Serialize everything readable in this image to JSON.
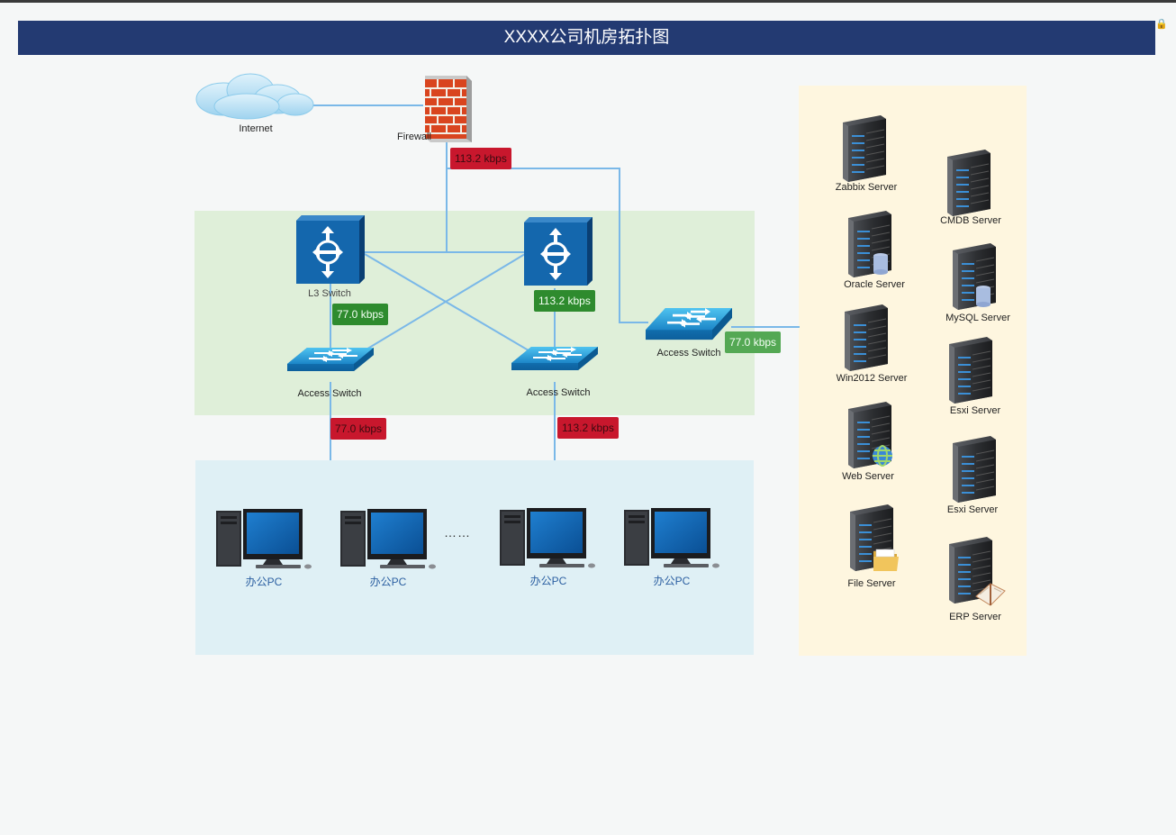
{
  "title": "XXXX公司机房拓扑图",
  "colors": {
    "title_bg": "#233a72",
    "link": "#7ab8e8",
    "core_zone": "#dfefd9",
    "office_zone": "#dff0f5",
    "server_zone": "#fef6df",
    "badge_red": "#c8172d",
    "badge_green": "#2e8b2e",
    "badge_light_green": "#54a854"
  },
  "nodes": {
    "internet": {
      "label": "Internet",
      "icon": "cloud-icon"
    },
    "firewall": {
      "label": "Firewall",
      "icon": "firewall-icon"
    },
    "l3_switch": {
      "label": "L3 Switch",
      "icon": "l3-switch-icon"
    },
    "core_switch_2": {
      "label": "",
      "icon": "l3-switch-icon"
    },
    "access_switch_left": {
      "label": "Access Switch",
      "icon": "access-switch-icon"
    },
    "access_switch_mid": {
      "label": "Access Switch",
      "icon": "access-switch-icon"
    },
    "access_switch_right": {
      "label": "Access Switch",
      "icon": "access-switch-icon"
    }
  },
  "badges": {
    "firewall_link": "113.2 kbps",
    "l3_left": "77.0 kbps",
    "core_right": "113.2 kbps",
    "access_right": "77.0 kbps",
    "office_left": "77.0 kbps",
    "office_right": "113.2 kbps"
  },
  "pcs": [
    "办公PC",
    "办公PC",
    "办公PC",
    "办公PC"
  ],
  "ellipsis": "……",
  "servers": {
    "zabbix": "Zabbix Server",
    "cmdb": "CMDB Server",
    "oracle": "Oracle Server",
    "mysql": "MySQL Server",
    "win2012": "Win2012 Server",
    "esxi1": "Esxi Server",
    "web": "Web Server",
    "esxi2": "Esxi Server",
    "file": "File Server",
    "erp": "ERP Server"
  }
}
